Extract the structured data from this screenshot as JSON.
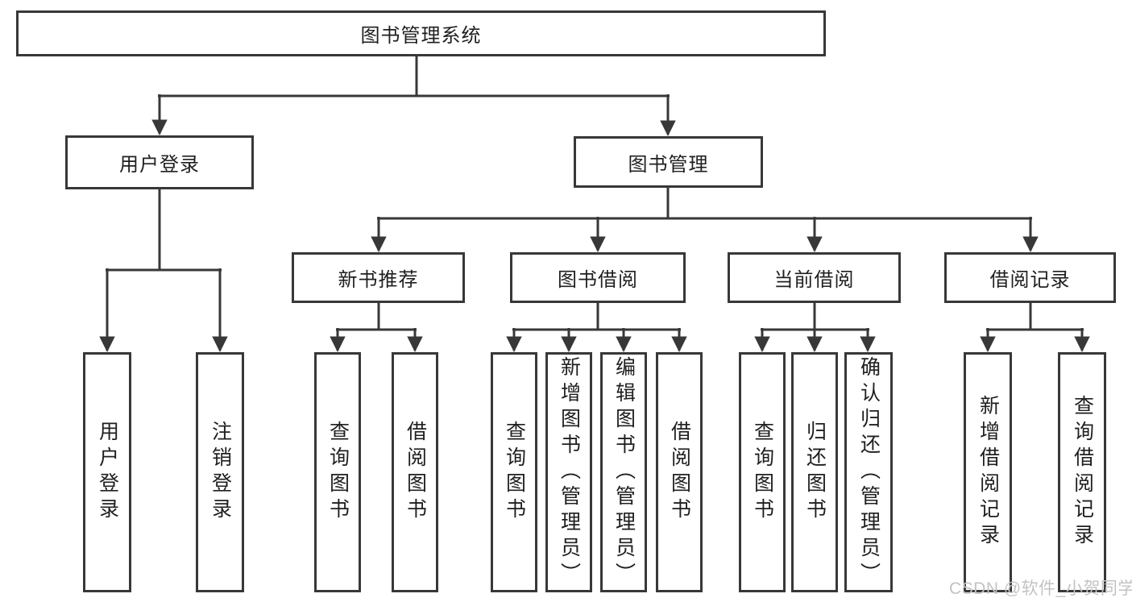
{
  "diagram_type": "hierarchy-tree",
  "colors": {
    "background": "#ffffff",
    "line": "#383838",
    "box_border": "#383838",
    "text": "#1f1f1f",
    "watermark": "#c3c3c3"
  },
  "watermark": {
    "text": "CSDN @软件_小贺同学"
  },
  "tree": {
    "label": "图书管理系统",
    "children": [
      {
        "label": "用户登录",
        "children": [
          {
            "label": "用户登录"
          },
          {
            "label": "注销登录"
          }
        ]
      },
      {
        "label": "图书管理",
        "children": [
          {
            "label": "新书推荐",
            "children": [
              {
                "label": "查询图书"
              },
              {
                "label": "借阅图书"
              }
            ]
          },
          {
            "label": "图书借阅",
            "children": [
              {
                "label": "查询图书"
              },
              {
                "label": "新增图书（管理员）"
              },
              {
                "label": "编辑图书（管理员）"
              },
              {
                "label": "借阅图书"
              }
            ]
          },
          {
            "label": "当前借阅",
            "children": [
              {
                "label": "查询图书"
              },
              {
                "label": "归还图书"
              },
              {
                "label": "确认归还（管理员）"
              }
            ]
          },
          {
            "label": "借阅记录",
            "children": [
              {
                "label": "新增借阅记录"
              },
              {
                "label": "查询借阅记录"
              }
            ]
          }
        ]
      }
    ]
  }
}
